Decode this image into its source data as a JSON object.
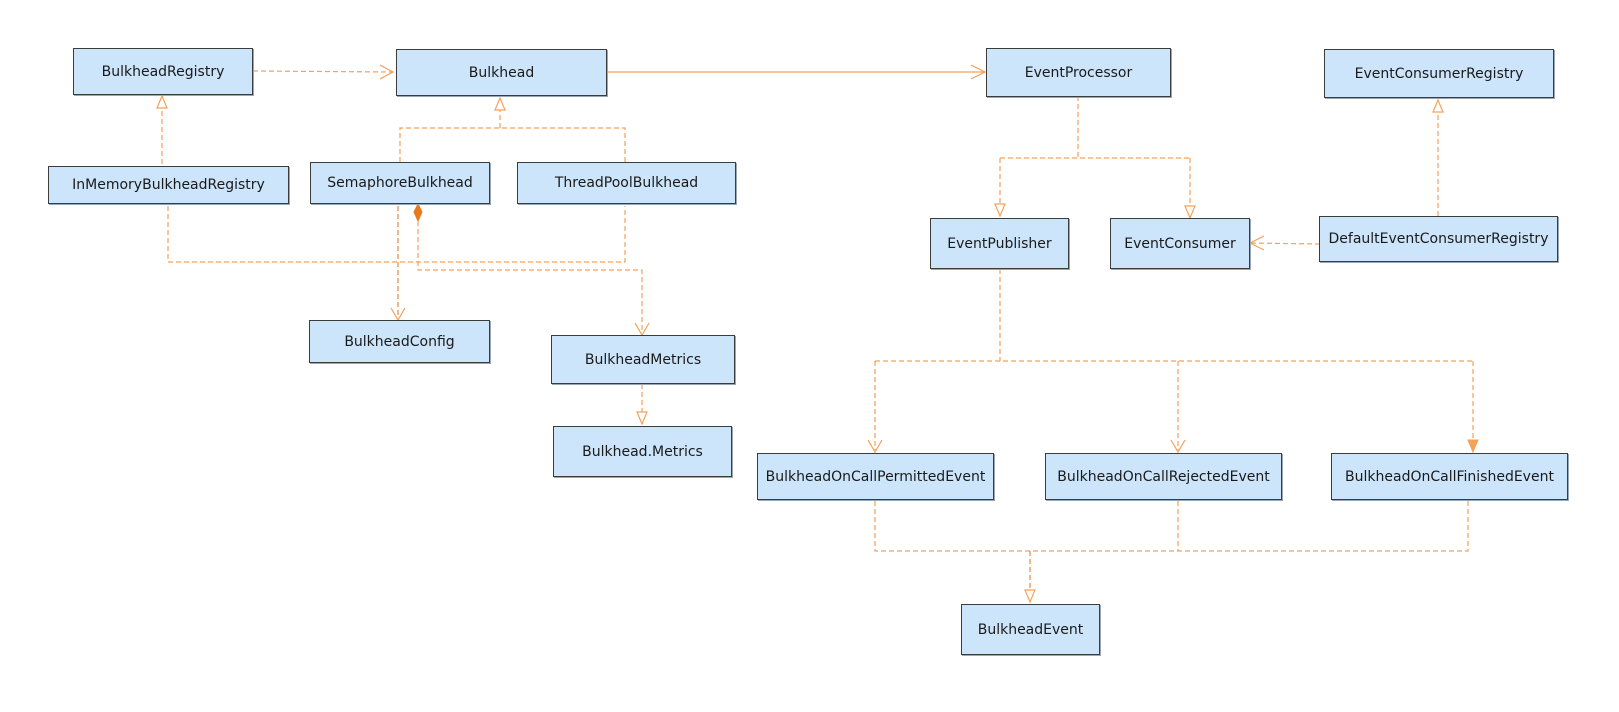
{
  "diagram": {
    "colors": {
      "node_fill": "#cce5fb",
      "node_border": "#3c3c3c",
      "connector": "#f4a15a"
    },
    "nodes": {
      "bulkhead_registry": "BulkheadRegistry",
      "bulkhead": "Bulkhead",
      "event_processor": "EventProcessor",
      "event_consumer_registry": "EventConsumerRegistry",
      "in_memory_bulkhead_registry": "InMemoryBulkheadRegistry",
      "semaphore_bulkhead": "SemaphoreBulkhead",
      "thread_pool_bulkhead": "ThreadPoolBulkhead",
      "event_publisher": "EventPublisher",
      "event_consumer": "EventConsumer",
      "default_event_consumer_registry": "DefaultEventConsumerRegistry",
      "bulkhead_config": "BulkheadConfig",
      "bulkhead_metrics": "BulkheadMetrics",
      "bulkhead_dot_metrics": "Bulkhead.Metrics",
      "on_call_permitted_event": "BulkheadOnCallPermittedEvent",
      "on_call_rejected_event": "BulkheadOnCallRejectedEvent",
      "on_call_finished_event": "BulkheadOnCallFinishedEvent",
      "bulkhead_event": "BulkheadEvent"
    }
  }
}
